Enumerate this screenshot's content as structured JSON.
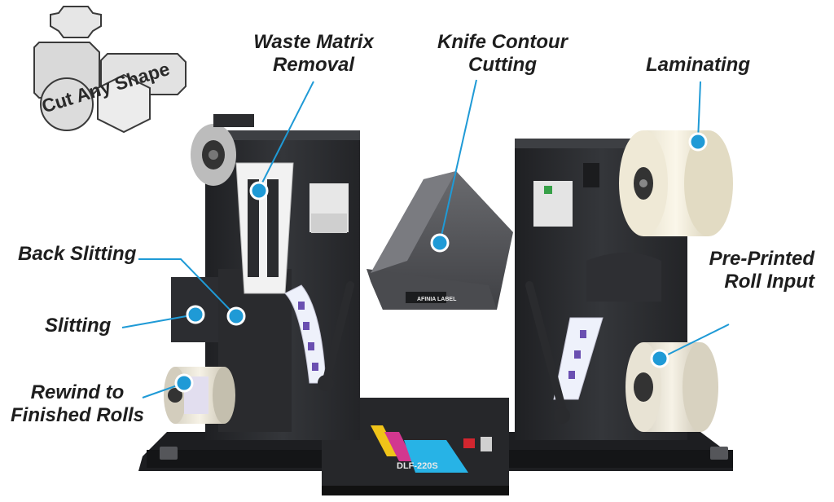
{
  "callouts": {
    "waste_matrix": [
      "Waste Matrix",
      "Removal"
    ],
    "knife_contour": [
      "Knife Contour",
      "Cutting"
    ],
    "laminating": "Laminating",
    "back_slitting": "Back Slitting",
    "slitting": "Slitting",
    "pre_printed": [
      "Pre-Printed",
      "Roll Input"
    ],
    "rewind": [
      "Rewind to",
      "Finished Rolls"
    ]
  },
  "shape_badge": "Cut Any Shape",
  "machine": {
    "model": "DLF-220S",
    "cutter_brand": "AFINIA LABEL"
  },
  "colors": {
    "callout_line": "#1f9ad6",
    "machine_body": "#2b2c2f",
    "label_text": "#1e1e1e"
  }
}
